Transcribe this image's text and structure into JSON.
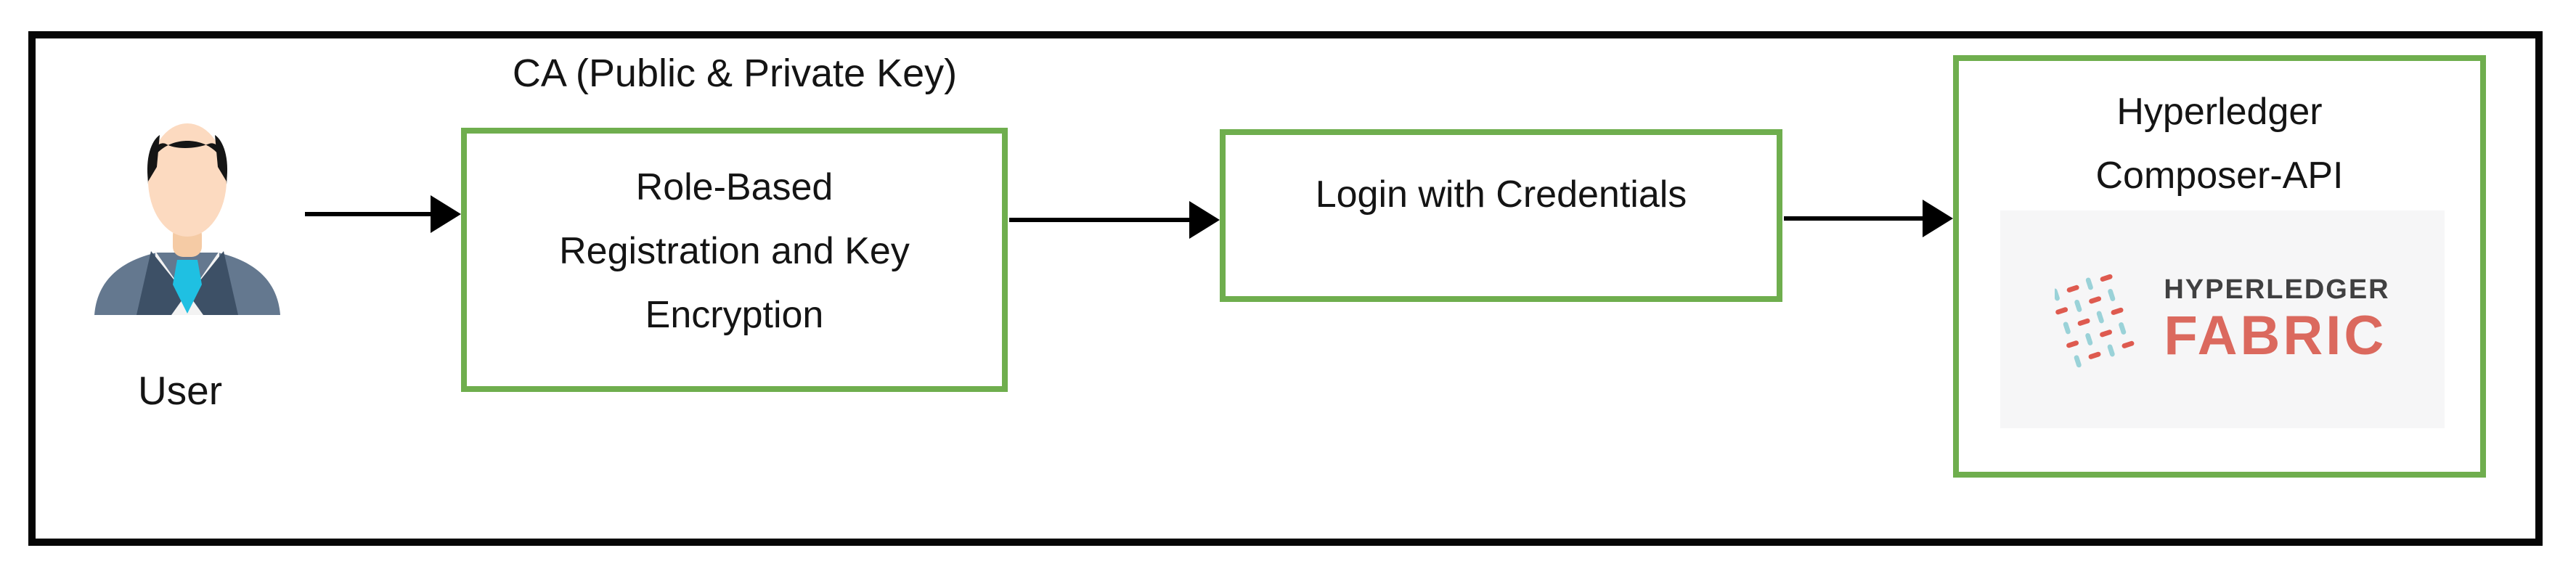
{
  "diagram": {
    "user_label": "User",
    "ca_caption": "CA (Public & Private Key)",
    "registration_box": {
      "lines": [
        "Role-Based",
        "Registration and Key",
        "Encryption"
      ]
    },
    "login_box": {
      "label": "Login with Credentials"
    },
    "composer_box": {
      "title_lines": [
        "Hyperledger",
        "Composer-API"
      ]
    },
    "fabric_logo": {
      "brand": "HYPERLEDGER",
      "product": "FABRIC"
    },
    "icons": {
      "user": "user-person-icon",
      "fabric": "fabric-weave-icon"
    },
    "colors": {
      "frame_border": "#060606",
      "box_border": "#6FAE4E",
      "arrow": "#000000",
      "text": "#141414",
      "logo_background": "#F6F6F7",
      "logo_brand_text": "#404041",
      "logo_product_text": "#DB695E",
      "weave_red": "#DE5A4F",
      "weave_teal": "#9AD2D8",
      "tie": "#1FC0E2",
      "suit": "#64788F",
      "lapel": "#3D5066",
      "face": "#FCDAC0",
      "hair": "#151515"
    }
  }
}
